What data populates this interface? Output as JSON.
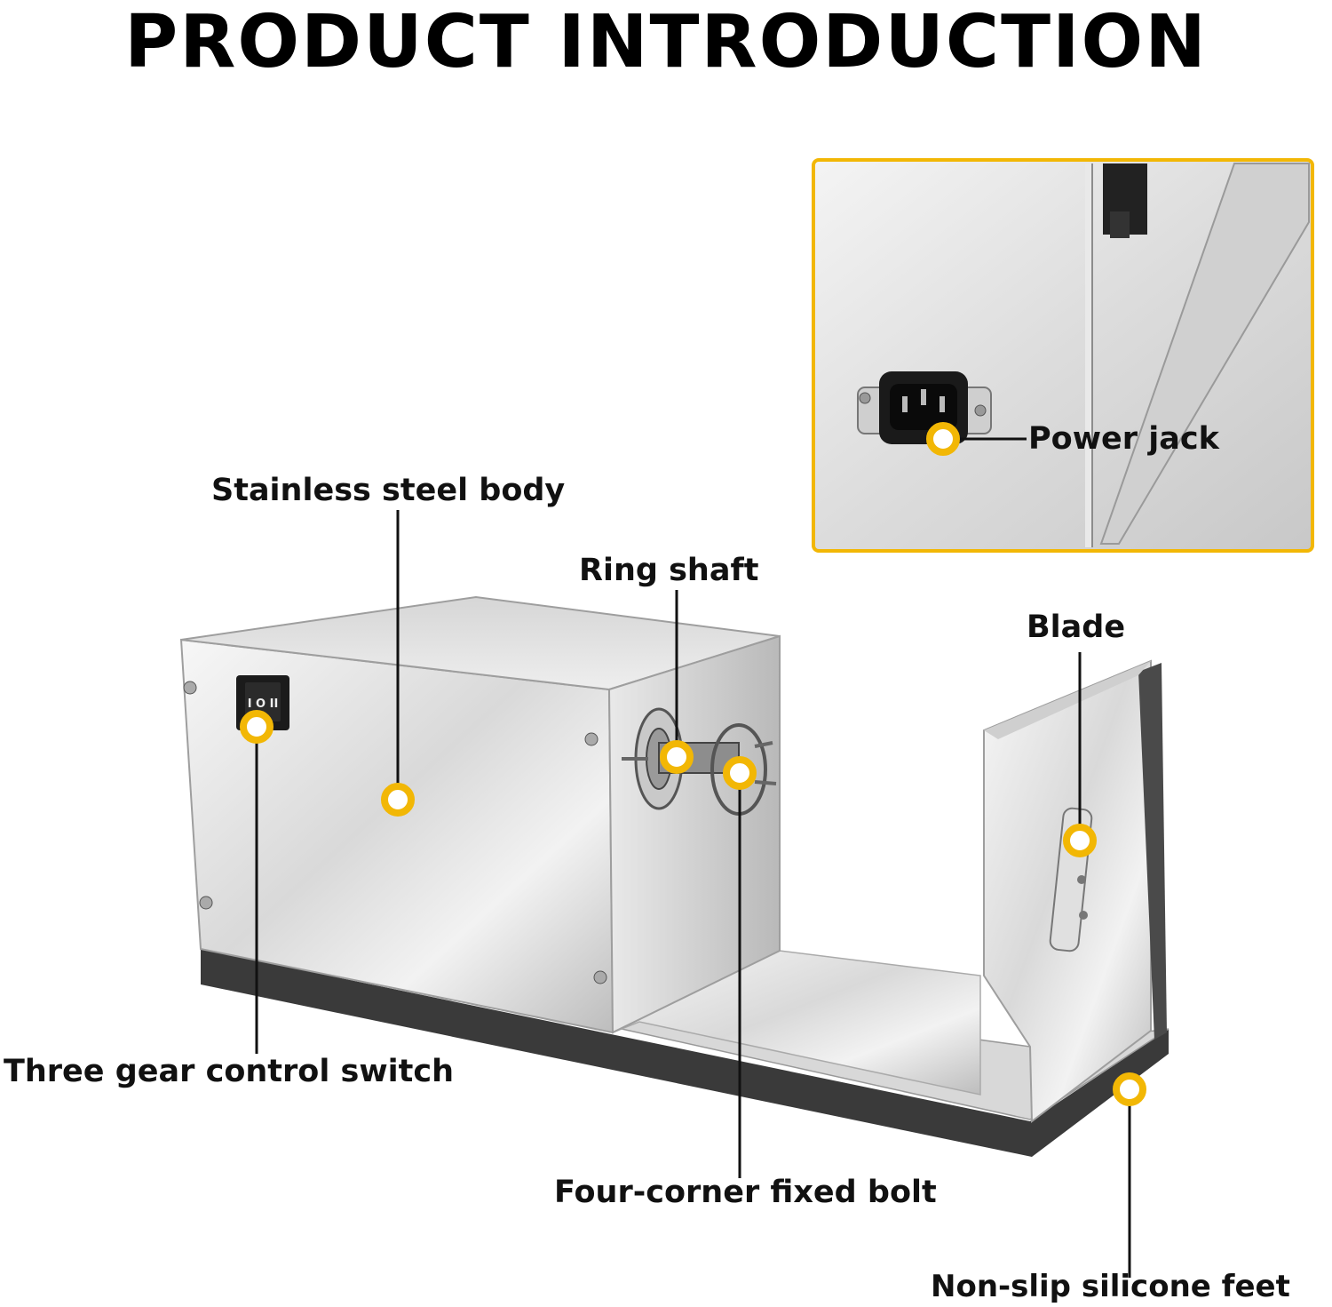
{
  "title": "PRODUCT INTRODUCTION",
  "accent_color": "#f2b705",
  "labels": {
    "power_jack": "Power jack",
    "stainless_steel_body": "Stainless steel body",
    "ring_shaft": "Ring shaft",
    "blade": "Blade",
    "three_gear_control_switch": "Three gear control switch",
    "four_corner_fixed_bolt": "Four-corner fixed bolt",
    "non_slip_silicone_feet": "Non-slip silicone feet"
  },
  "switch_symbols": "I O II"
}
